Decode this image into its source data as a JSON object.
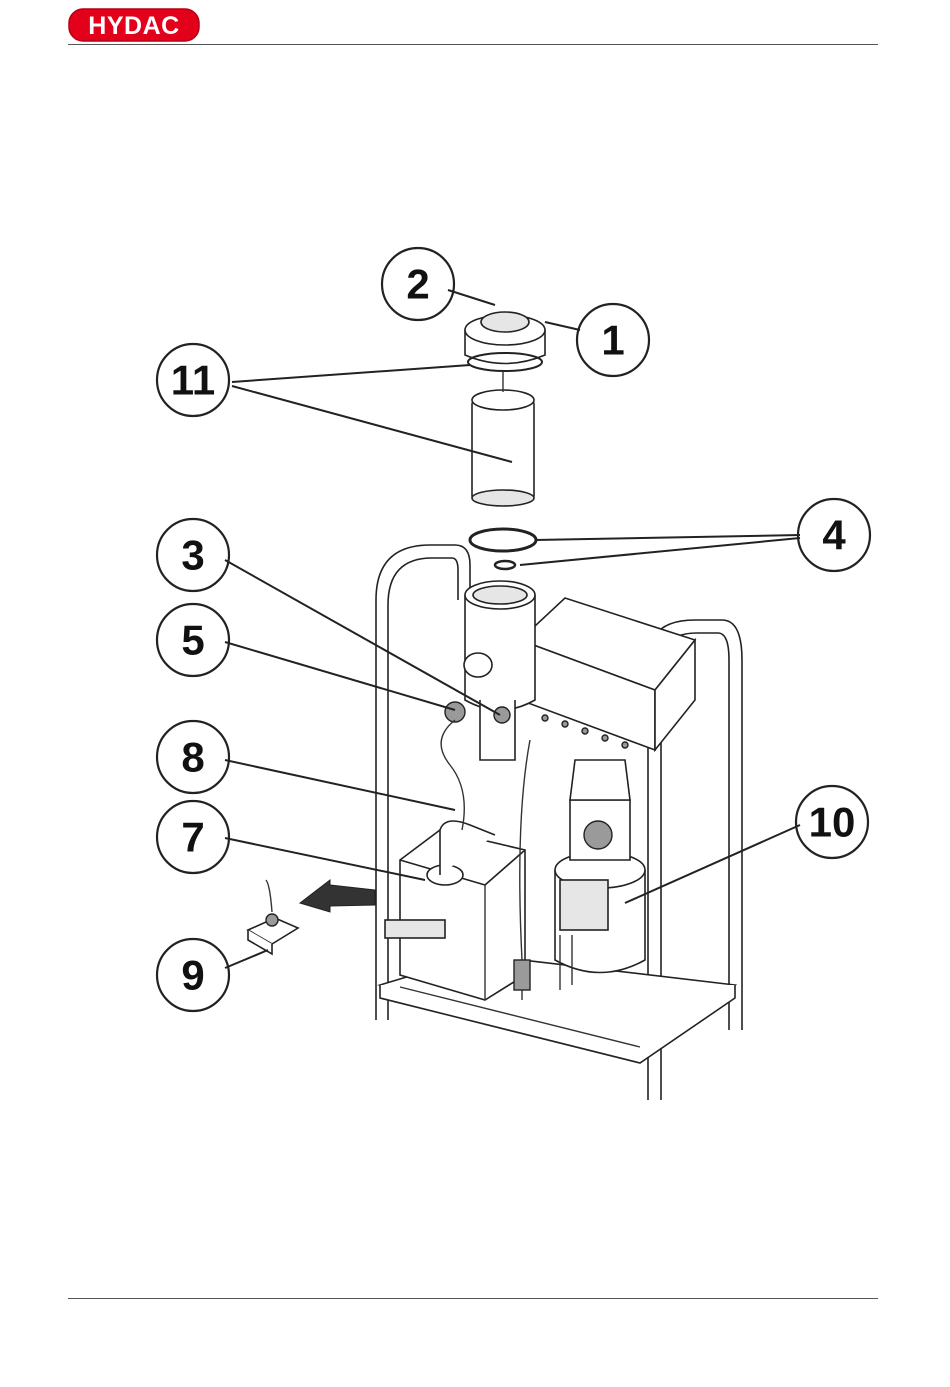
{
  "header": {
    "logo_text": "HYDAC",
    "logo_color": "#e2001a"
  },
  "figure": {
    "callouts": [
      {
        "id": "c1",
        "label": "1"
      },
      {
        "id": "c2",
        "label": "2"
      },
      {
        "id": "c3",
        "label": "3"
      },
      {
        "id": "c4",
        "label": "4"
      },
      {
        "id": "c5",
        "label": "5"
      },
      {
        "id": "c7",
        "label": "7"
      },
      {
        "id": "c8",
        "label": "8"
      },
      {
        "id": "c9",
        "label": "9"
      },
      {
        "id": "c10",
        "label": "10"
      },
      {
        "id": "c11",
        "label": "11"
      }
    ]
  }
}
